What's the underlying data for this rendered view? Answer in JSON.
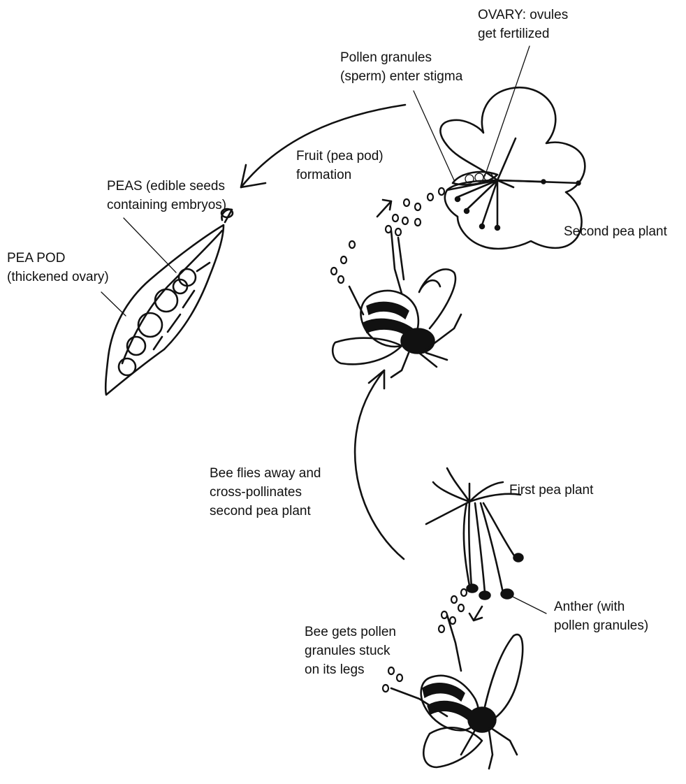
{
  "labels": {
    "ovary": [
      "OVARY: ovules",
      "get fertilized"
    ],
    "pollen_enter": [
      "Pollen granules",
      "(sperm) enter stigma"
    ],
    "fruit": [
      "Fruit (pea pod)",
      "formation"
    ],
    "peas": [
      "PEAS (edible seeds",
      "containing embryos)"
    ],
    "pea_pod": [
      "PEA POD",
      "(thickened ovary)"
    ],
    "second_plant": [
      "Second pea plant"
    ],
    "bee_flies": [
      "Bee flies away and",
      "cross-pollinates",
      "second pea plant"
    ],
    "first_plant": [
      "First pea plant"
    ],
    "anther": [
      "Anther (with",
      "pollen granules)"
    ],
    "bee_gets": [
      "Bee gets pollen",
      "granules stuck",
      "on its legs"
    ]
  },
  "colors": {
    "ink": "#111111",
    "background": "#ffffff"
  }
}
